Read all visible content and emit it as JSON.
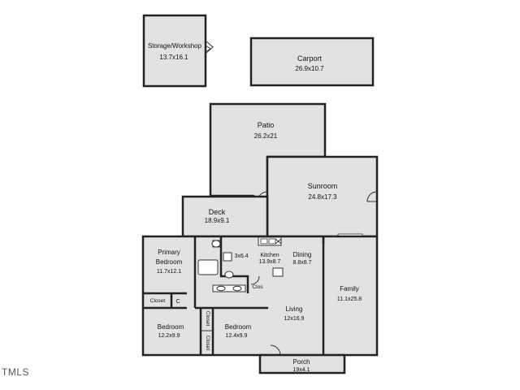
{
  "colors": {
    "room_fill": "#e2e2e2",
    "wall": "#222222",
    "page_bg": "#ffffff"
  },
  "rooms": {
    "storage": {
      "name": "Storage/Workshop",
      "size": "13.7x16.1"
    },
    "carport": {
      "name": "Carport",
      "size": "26.9x10.7"
    },
    "patio": {
      "name": "Patio",
      "size": "26.2x21"
    },
    "sunroom": {
      "name": "Sunroom",
      "size": "24.8x17.3"
    },
    "deck": {
      "name": "Deck",
      "size": "18.9x9.1"
    },
    "primary": {
      "name_line1": "Primary",
      "name_line2": "Bedroom",
      "size": "11.7x12.1"
    },
    "bath": {
      "size": "3x6.4"
    },
    "kitchen": {
      "name": "Kitchen",
      "size": "13.9x8.7"
    },
    "dining": {
      "name": "Dining",
      "size": "8.8x8.7"
    },
    "family": {
      "name": "Family",
      "size": "11.1x25.8"
    },
    "clos": {
      "name": "Clos"
    },
    "closet_c": {
      "name": "Closet",
      "letter": "C"
    },
    "living": {
      "name": "Living",
      "size": "12x16.9"
    },
    "bedroom_a": {
      "name": "Bedroom",
      "size": "12.2x9.9"
    },
    "bedroom_b": {
      "name": "Bedroom",
      "size": "12.4x9.9"
    },
    "closet_v1": {
      "name": "Closet"
    },
    "closet_v2": {
      "name": "Closet"
    },
    "porch": {
      "name": "Porch",
      "size": "19x4.1"
    }
  },
  "logo": {
    "text": "TMLS"
  }
}
